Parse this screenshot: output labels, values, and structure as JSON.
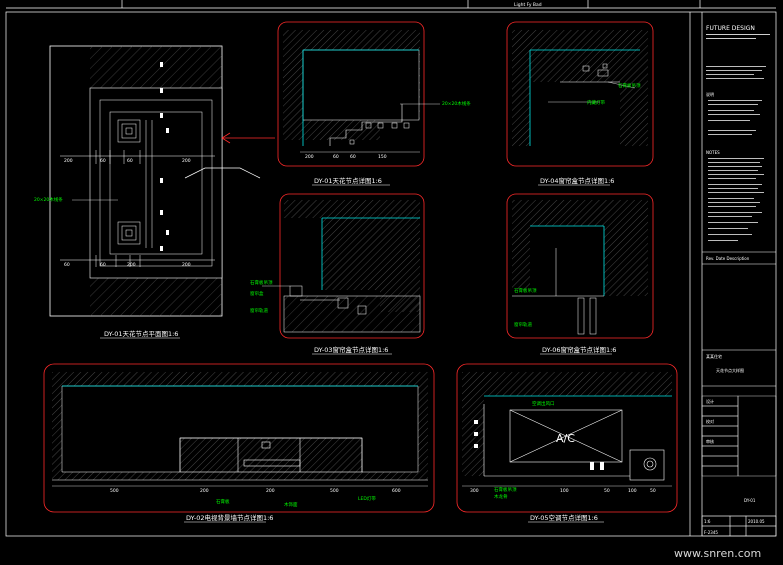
{
  "sheet": {
    "header_text": "Light Fy Bad",
    "company_logo": "FUTURE DESIGN",
    "sheet_number": "F-2345",
    "watermark": "www.snren.com"
  },
  "details": {
    "d1": {
      "title": "DY-01天花节点详图1:6"
    },
    "d2": {
      "title": "DY-02电视背景墙节点详图1:6"
    },
    "d3": {
      "title": "DY-03窗帘盒节点详图1:6"
    },
    "d4": {
      "title": "DY-04窗帘盒节点详图1:6"
    },
    "d5": {
      "title": "DY-05空调节点详图1:6"
    },
    "d6": {
      "title": "DY-06窗帘盒节点详图1:6"
    },
    "plan": {
      "title": "DY-01天花节点平面图1:6"
    }
  },
  "annotations": {
    "plan_note": "20×20木线条",
    "d1_note": "20×20木线条",
    "d4_note": "石膏板吊顶",
    "d4_note2": "内藏灯带",
    "d3_note1": "石膏板吊顶",
    "d3_note2": "窗帘盒",
    "d3_note3": "窗帘轨道",
    "d6_note1": "石膏板吊顶",
    "d6_note2": "窗帘轨道",
    "d5_note1": "空调出风口",
    "d5_note2": "石膏板吊顶",
    "d5_note3": "木龙骨",
    "d2_note1": "石膏板",
    "d2_note2": "木饰面",
    "d2_note3": "LED灯带",
    "d5_label": "A/C"
  },
  "dims": {
    "plan": [
      "200",
      "60",
      "60",
      "200",
      "60",
      "60",
      "200",
      "200"
    ],
    "d1": [
      "200",
      "60",
      "60",
      "150"
    ],
    "d2": [
      "500",
      "200",
      "200",
      "500",
      "600"
    ],
    "d5": [
      "300",
      "100",
      "50",
      "100",
      "50"
    ]
  },
  "titleblock": {
    "notes_title": "说明",
    "notes_title2": "NOTES",
    "project": "某某住宅",
    "drawing_name": "天花节点大样图",
    "revision_label": "Rev. Date Description",
    "scale": "1:6",
    "date": "2010.05",
    "drawn_by": "设计",
    "checked_by": "校对",
    "approved_by": "审核",
    "dwg_no": "DY-01"
  }
}
